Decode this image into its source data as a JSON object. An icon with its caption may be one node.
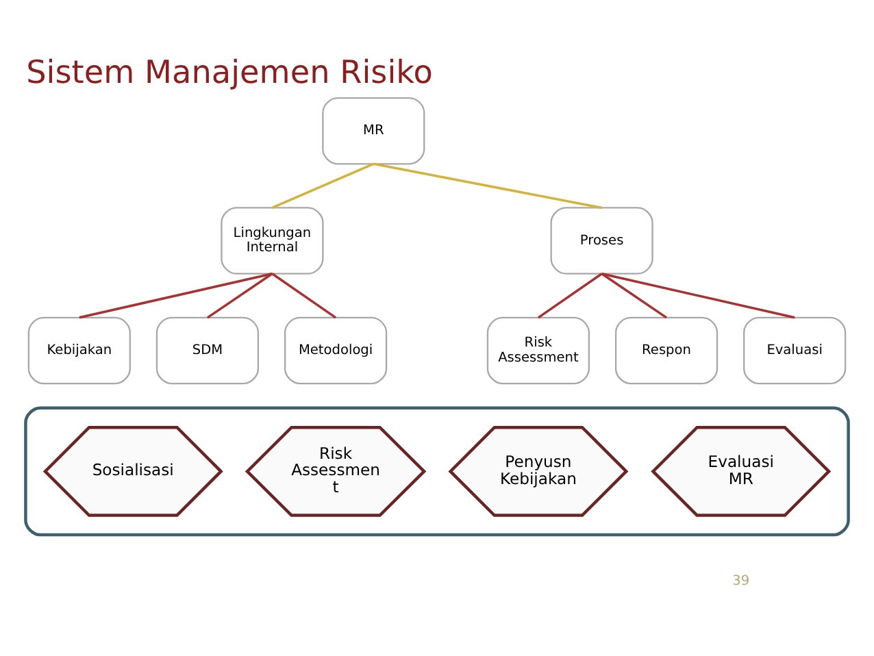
{
  "diagram": {
    "title": "Sistem Manajemen Risiko",
    "nodes": [
      {
        "text": [
          "MR"
        ]
      },
      {
        "text": [
          "Lingkungan Internal"
        ]
      },
      {
        "text": [
          "Proses"
        ]
      },
      {
        "text": [
          "Kebijakan"
        ]
      },
      {
        "text": [
          "SDM"
        ]
      },
      {
        "text": [
          "Metodologi"
        ]
      },
      {
        "text": [
          "Risk Assessment"
        ]
      },
      {
        "text": [
          "Respon"
        ]
      },
      {
        "text": [
          "Evaluasi"
        ]
      },
      {
        "text": [],
        "shape": "box"
      },
      {
        "text": [
          "Sosialisasi"
        ],
        "in": 9
      },
      {
        "text": [
          "Risk Assessmen t"
        ],
        "in": 9
      },
      {
        "text": [
          "Penyusn Kebijakan"
        ],
        "in": 9
      },
      {
        "text": [
          "Evaluasi MR"
        ],
        "in": 9
      }
    ],
    "edges": [
      {
        "from": 0,
        "to": 1,
        "arrow": "none",
        "color": "#d4b33c"
      },
      {
        "from": 0,
        "to": 2,
        "arrow": "none",
        "color": "#d4b33c"
      },
      {
        "from": 1,
        "to": 3,
        "arrow": "none"
      },
      {
        "from": 1,
        "to": 4,
        "arrow": "none"
      },
      {
        "from": 1,
        "to": 5,
        "arrow": "none"
      },
      {
        "from": 2,
        "to": 6,
        "arrow": "none"
      },
      {
        "from": 2,
        "to": 7,
        "arrow": "none"
      },
      {
        "from": 2,
        "to": 8,
        "arrow": "none"
      }
    ],
    "labels": [
      "39"
    ]
  }
}
